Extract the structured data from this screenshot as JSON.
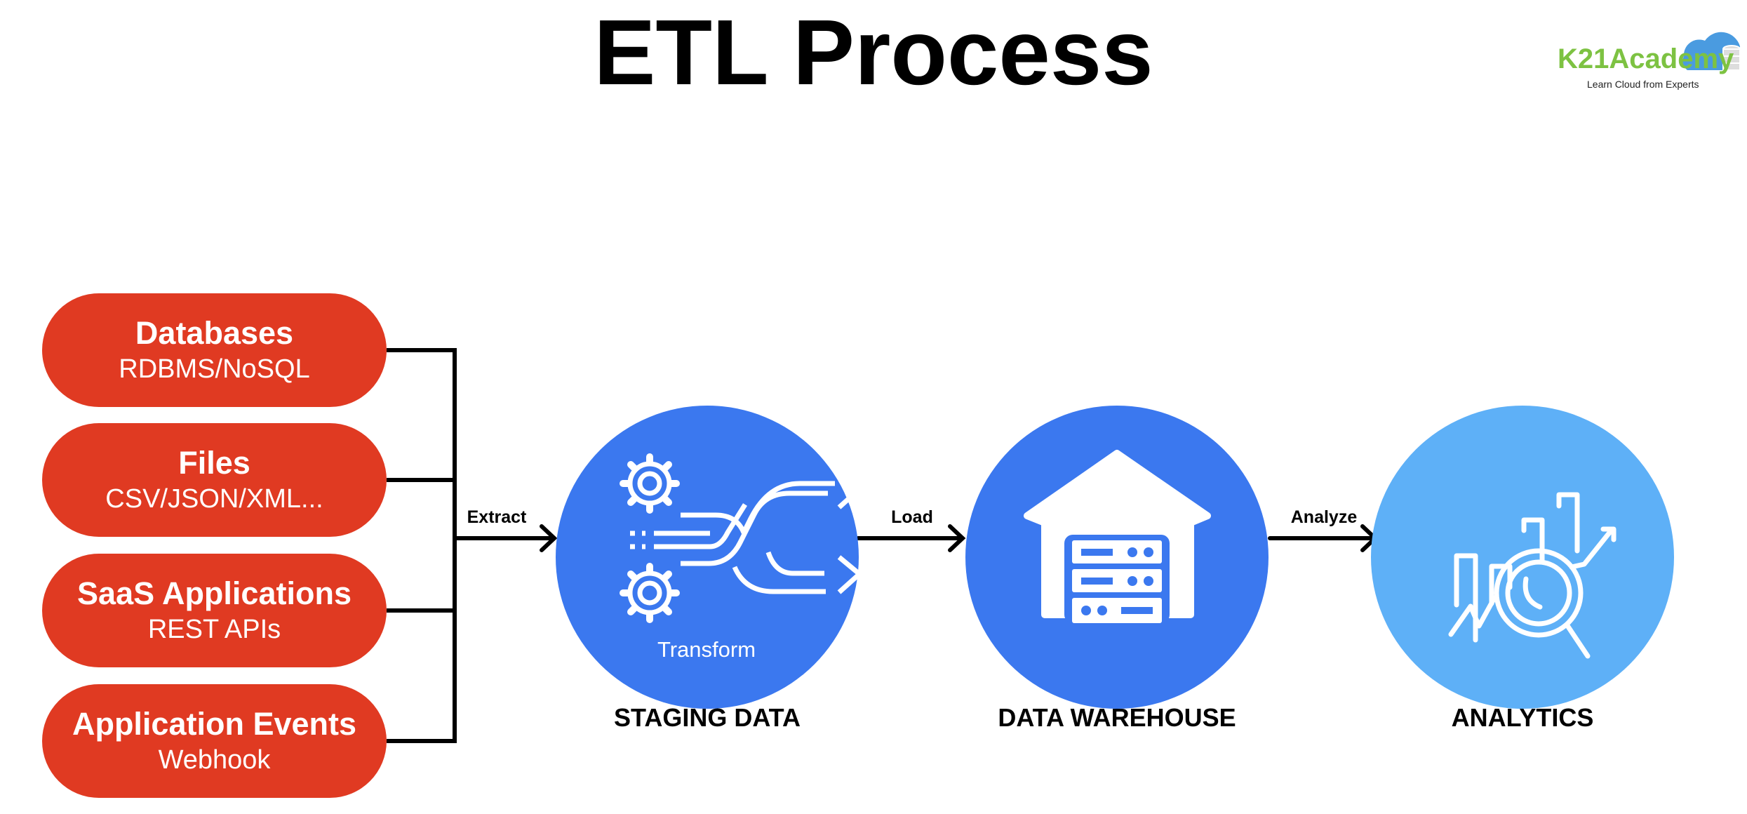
{
  "title": "ETL Process",
  "logo": {
    "name": "K21Academy",
    "tagline": "Learn Cloud from Experts"
  },
  "sources": [
    {
      "title": "Databases",
      "subtitle": "RDBMS/NoSQL"
    },
    {
      "title": "Files",
      "subtitle": "CSV/JSON/XML..."
    },
    {
      "title": "SaaS Applications",
      "subtitle": "REST APIs"
    },
    {
      "title": "Application Events",
      "subtitle": "Webhook"
    }
  ],
  "arrows": {
    "extract": "Extract",
    "load": "Load",
    "analyze": "Analyze"
  },
  "stages": {
    "staging": {
      "label": "STAGING DATA",
      "inner": "Transform"
    },
    "warehouse": {
      "label": "DATA WAREHOUSE"
    },
    "analytics": {
      "label": "ANALYTICS"
    }
  },
  "colors": {
    "source": "#e03a22",
    "staging": "#3b78ef",
    "warehouse": "#3b78ef",
    "analytics": "#5eb0f7",
    "logo_green": "#7dc242",
    "logo_blue": "#4a9be0"
  }
}
